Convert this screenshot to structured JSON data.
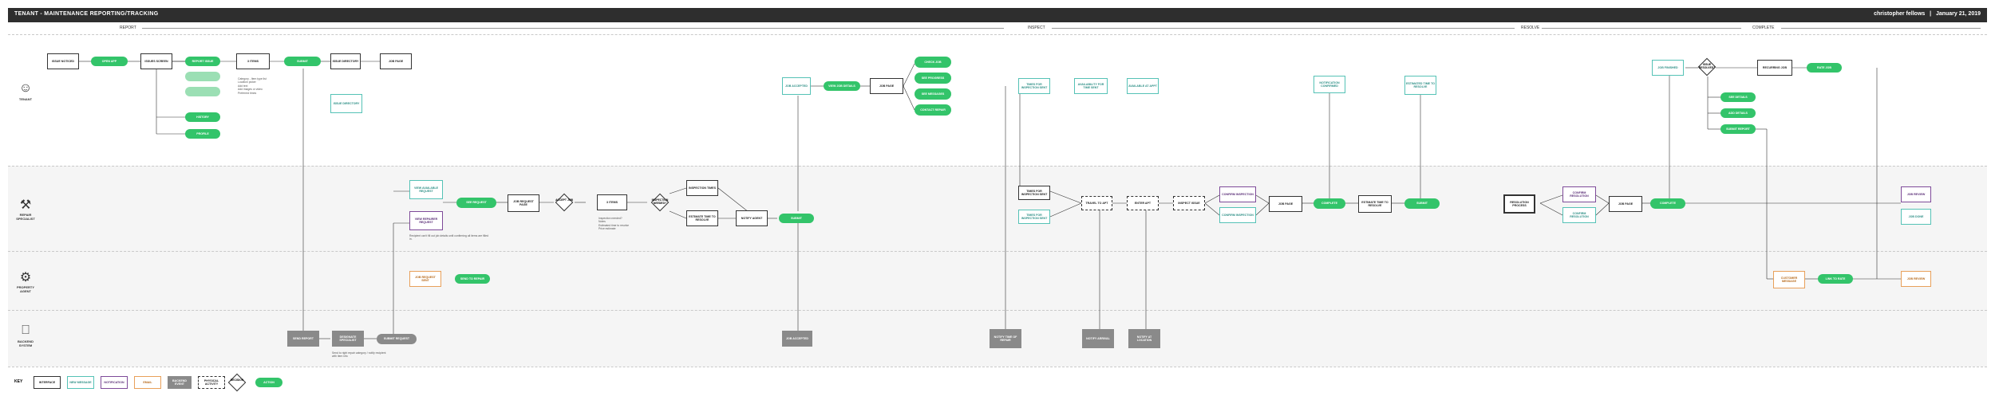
{
  "header": {
    "title": "TENANT - MAINTENANCE REPORTING/TRACKING",
    "author": "christopher fellows",
    "separator": "|",
    "date": "January 21, 2019"
  },
  "phases": [
    "REPORT",
    "INSPECT",
    "RESOLVE",
    "COMPLETE"
  ],
  "lanes": {
    "tenant": {
      "label": "TENANT",
      "icon": "☺"
    },
    "specialist": {
      "label": "REPAIR SPECIALIST",
      "icon": "⚒"
    },
    "agent": {
      "label": "PROPERTY AGENT",
      "icon": "⚙"
    },
    "backend": {
      "label": "BACKEND SYSTEM",
      "icon": "⎕"
    }
  },
  "nodes": {
    "n1": "ISSUE NOTICED",
    "n2": "OPEN APP",
    "n3": "ISSUES SCREEN",
    "n4": "REPORT ISSUE",
    "n5": "",
    "n6": "",
    "n7": "HISTORY",
    "n8": "PROFILE",
    "n9": "3 ITEMS",
    "n10": "SUBMIT",
    "n11": "ISSUE DIRECTORY",
    "n12": "JOB PAGE",
    "n13": "ISSUE DIRECTORY",
    "n14": "JOB ACCEPTED",
    "n15": "VIEW JOB DETAILS",
    "n16": "JOB PAGE",
    "n17": "CHECK JOB",
    "n18": "SEE PROGRESS",
    "n19": "SEE MESSAGES",
    "n20": "CONTACT REPAIR",
    "n21": "TIMES FOR INSPECTION SENT",
    "n22": "AVAILABILITY FOR TIME SENT",
    "n23": "AVAILABLE AT APPT",
    "n24": "NOTIFICATION CONFIRMED",
    "n25": "ESTIMATED TIME TO RESOLVE",
    "n26": "JOB FINISHED",
    "n27": "ISSUE RESOLVED?",
    "n28": "RECURRING JOB",
    "n29": "RATE JOB",
    "n30": "SEE DETAILS",
    "n31": "ADD DETAILS",
    "n32": "SUBMIT REPORT",
    "s1": "VIEW AVAILABLE REQUEST",
    "s2": "VIEW REPAIRER REQUEST",
    "s3": "SEE REQUEST",
    "s4": "JOB REQUEST PAGE",
    "s5": "ACCEPT JOB",
    "s6": "3 ITEMS",
    "s7": "INSPECTION NEEDED?",
    "s8": "INSPECTION TIMES",
    "s9": "ESTIMATE TIME TO RESOLVE",
    "s10": "NOTIFY AGENT",
    "s11": "SUBMIT",
    "s12": "TIMES FOR INSPECTION SENT",
    "s13": "TIMES FOR INSPECTION SENT",
    "s14": "TRAVEL TO APT",
    "s15": "ENTER APT",
    "s16": "INSPECT ISSUE",
    "s17": "CONFIRM INSPECTION",
    "s18": "CONFIRM INSPECTION",
    "s19": "JOB PAGE",
    "s20": "COMPLETE",
    "s21": "ESTIMATE TIME TO RESOLVE",
    "s22": "SUBMIT",
    "s23": "RESOLUTION PROCESS",
    "s24": "CONFIRM RESOLUTION",
    "s25": "CONFIRM RESOLUTION",
    "s26": "JOB PAGE",
    "s27": "COMPLETE",
    "s28": "JOB REVIEW",
    "s29": "JOB DONE",
    "a1": "JOB REQUEST SENT",
    "a2": "SEND TO REPAIR",
    "a3": "CUSTOMER MESSAGE",
    "a4": "LINK TO RATE",
    "a5": "JOB REVIEW",
    "b1": "SEND REPORT",
    "b2": "DESIGNATE SPECIALIST",
    "b3": "SUBMIT REQUEST",
    "b4": "JOB ACCEPTED",
    "b5": "NOTIFY TIME OF REPAIR",
    "b6": "NOTIFY ARRIVAL",
    "b7": "NOTIFY AT LOCATION"
  },
  "notes": {
    "tenant_items": [
      "Category - Item type list",
      "Location picker",
      "Add text",
      "Add images or video",
      "Preferred times"
    ],
    "specialist_items": [
      "Inspection needed?",
      "Notes",
      "Estimated time to resolve",
      "Price estimate"
    ],
    "specialist_caption": "Recipient can't fill out job details until confirming all items are filled in.",
    "backend_caption": "Send to right repair category / notify recipient with item info"
  },
  "key": {
    "label": "KEY",
    "items": [
      "INTERFACE",
      "NEW MESSAGE",
      "NOTIFICATION",
      "EMAIL",
      "BACKEND EVENT",
      "PHYSICAL ACTIVITY",
      "ACTION",
      "DECISION"
    ]
  },
  "colors": {
    "accent": "#33c46a",
    "teal": "#55c2b6",
    "purple": "#7e4a99",
    "orange": "#e8a05a",
    "gray": "#8a8a8a",
    "header": "#2e2e2e"
  }
}
